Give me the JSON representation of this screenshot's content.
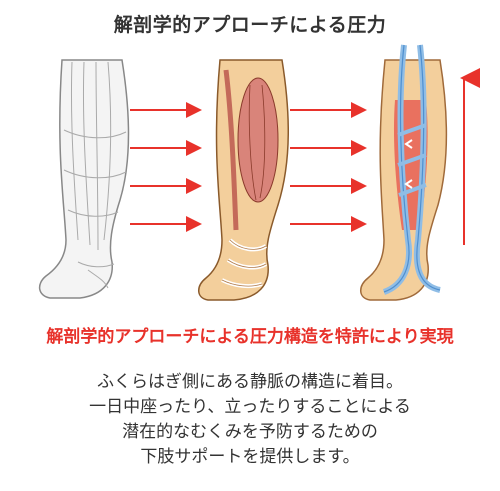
{
  "title": "解剖学的アプローチによる圧力",
  "headline": "解剖学的アプローチによる圧力構造を特許により実現",
  "description": [
    "ふくらはぎ側にある静脈の構造に着目。",
    "一日中座ったり、立ったりすることによる",
    "潜在的なむくみを予防するための",
    "下肢サポートを提供します。"
  ],
  "colors": {
    "accent_red": "#e8322b",
    "muscle": "#d9847a",
    "skin": "#f3cf9c",
    "vein_blue": "#6fa8dc"
  },
  "icons": [
    "sock-outline",
    "leg-muscle-anatomy",
    "leg-vein-flow",
    "pressure-arrow",
    "upward-flow-arrow"
  ]
}
